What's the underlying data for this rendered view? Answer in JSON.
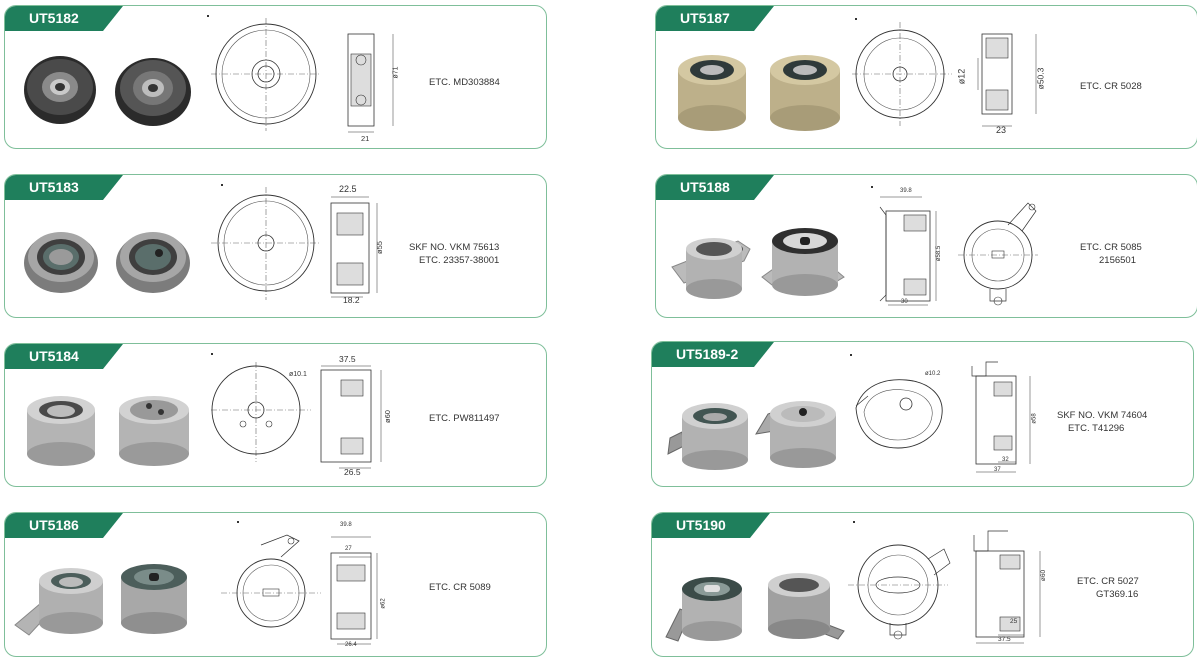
{
  "accent_color": "#1f7f5c",
  "border_color": "#7fbf9a",
  "items": [
    {
      "code": "UT5182",
      "refs": [
        "ETC. MD303884"
      ]
    },
    {
      "code": "UT5183",
      "refs": [
        "SKF NO. VKM 75613",
        "ETC. 23357-38001"
      ]
    },
    {
      "code": "UT5184",
      "refs": [
        "ETC. PW811497"
      ]
    },
    {
      "code": "UT5186",
      "refs": [
        "ETC. CR 5089"
      ]
    },
    {
      "code": "UT5187",
      "refs": [
        "ETC. CR 5028"
      ]
    },
    {
      "code": "UT5188",
      "refs": [
        "ETC. CR 5085",
        "2156501"
      ]
    },
    {
      "code": "UT5189-2",
      "refs": [
        "SKF NO. VKM 74604",
        "ETC. T41296"
      ]
    },
    {
      "code": "UT5190",
      "refs": [
        "ETC. CR 5027",
        "GT369.16"
      ]
    }
  ],
  "dims": {
    "d5182": [
      "ø71",
      "21"
    ],
    "d5183": [
      "22.5",
      "ø55",
      "18.2"
    ],
    "d5184": [
      "37.5",
      "ø10.1",
      "ø60",
      "26.5"
    ],
    "d5186": [
      "39.8",
      "27",
      "ø62",
      "26.4"
    ],
    "d5187": [
      "ø12",
      "ø50.3",
      "23"
    ],
    "d5188": [
      "39.8",
      "ø58.5",
      "30"
    ],
    "d5189": [
      "ø10.2",
      "ø58",
      "32",
      "37"
    ],
    "d5190": [
      "ø60",
      "25",
      "37.5"
    ]
  },
  "icons": [
    "pulley-photo",
    "tensioner-photo",
    "front-view-drawing",
    "section-view-drawing"
  ]
}
